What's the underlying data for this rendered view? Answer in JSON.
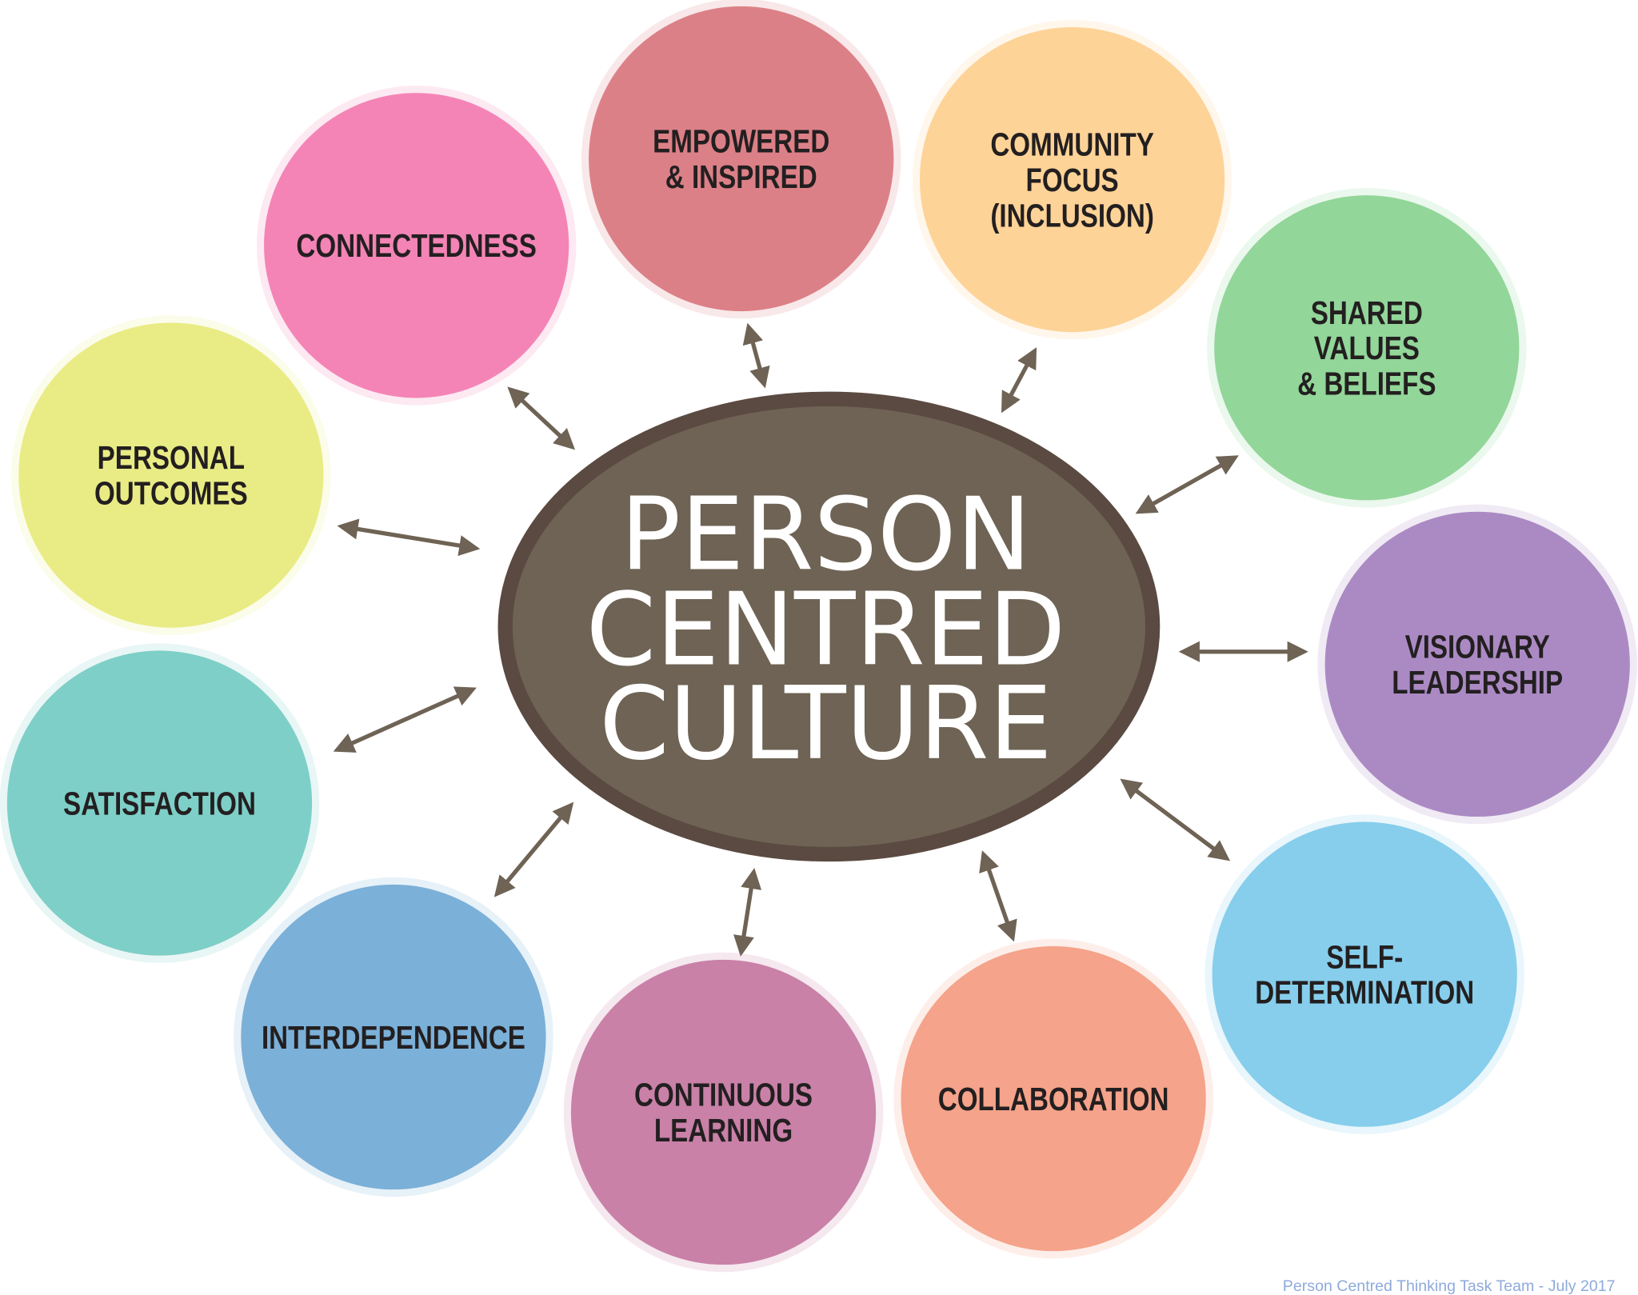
{
  "center": {
    "lines": [
      "PERSON",
      "CENTRED",
      "CULTURE"
    ],
    "fill": "#6e6354",
    "stroke": "#5a4a41"
  },
  "nodes": [
    {
      "id": "connectedness",
      "lines": [
        "CONNECTEDNESS"
      ],
      "color": "#f484b6"
    },
    {
      "id": "empowered",
      "lines": [
        "EMPOWERED",
        "& INSPIRED"
      ],
      "color": "#dc8087"
    },
    {
      "id": "community",
      "lines": [
        "COMMUNITY",
        "FOCUS",
        "(INCLUSION)"
      ],
      "color": "#fed397"
    },
    {
      "id": "shared-values",
      "lines": [
        "SHARED",
        "VALUES",
        "& BELIEFS"
      ],
      "color": "#92d699"
    },
    {
      "id": "personal-outcomes",
      "lines": [
        "PERSONAL",
        "OUTCOMES"
      ],
      "color": "#e9ec84"
    },
    {
      "id": "visionary",
      "lines": [
        "VISIONARY",
        "LEADERSHIP"
      ],
      "color": "#ab8ac4"
    },
    {
      "id": "satisfaction",
      "lines": [
        "SATISFACTION"
      ],
      "color": "#7ecfc8"
    },
    {
      "id": "self-determination",
      "lines": [
        "SELF-",
        "DETERMINATION"
      ],
      "color": "#86ceec"
    },
    {
      "id": "interdependence",
      "lines": [
        "INTERDEPENDENCE"
      ],
      "color": "#7bb0d8"
    },
    {
      "id": "continuous-learning",
      "lines": [
        "CONTINUOUS",
        "LEARNING"
      ],
      "color": "#c981a8"
    },
    {
      "id": "collaboration",
      "lines": [
        "COLLABORATION"
      ],
      "color": "#f5a38a"
    }
  ],
  "footer": "Person Centred Thinking Task Team - July 2017"
}
